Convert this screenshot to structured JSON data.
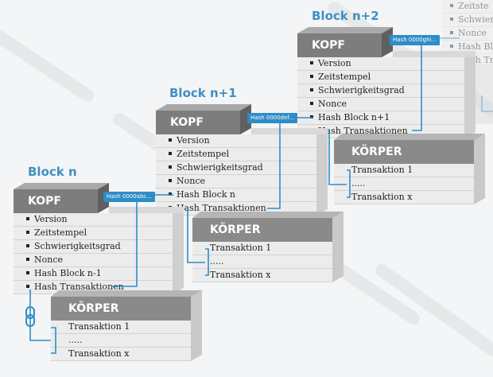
{
  "blocks": [
    {
      "title": "Block n",
      "header": "KOPF",
      "items": [
        "Version",
        "Zeitstempel",
        "Schwierigkeitsgrad",
        "Nonce",
        "Hash Block n-1",
        "Hash Transaktionen"
      ],
      "hash": "Hash 0000abc...",
      "body_header": "KÖRPER",
      "transactions": [
        "Transaktion 1",
        ".....",
        "Transaktion x"
      ]
    },
    {
      "title": "Block n+1",
      "header": "KOPF",
      "items": [
        "Version",
        "Zeitstempel",
        "Schwierigkeitsgrad",
        "Nonce",
        "Hash Block n",
        "Hash Transaktionen"
      ],
      "hash": "Hash 0000def...",
      "body_header": "KÖRPER",
      "transactions": [
        "Transaktion 1",
        ".....",
        "Transaktion x"
      ]
    },
    {
      "title": "Block n+2",
      "header": "KOPF",
      "items": [
        "Version",
        "Zeitstempel",
        "Schwierigkeitsgrad",
        "Nonce",
        "Hash Block n+1",
        "Hash Transaktionen"
      ],
      "hash": "Hash 0000ghi...",
      "body_header": "KÖRPER",
      "transactions": [
        "Transaktion 1",
        ".....",
        "Transaktion x"
      ]
    },
    {
      "items": [
        "Zeitste",
        "Schwieri",
        "Nonce",
        "Hash Blo",
        "Hash Tr"
      ]
    }
  ],
  "colors": {
    "accent": "#2e8dc7",
    "header": "#7d7d7d",
    "row": "#ececec"
  },
  "icons": {
    "link": "chain-link-icon"
  }
}
